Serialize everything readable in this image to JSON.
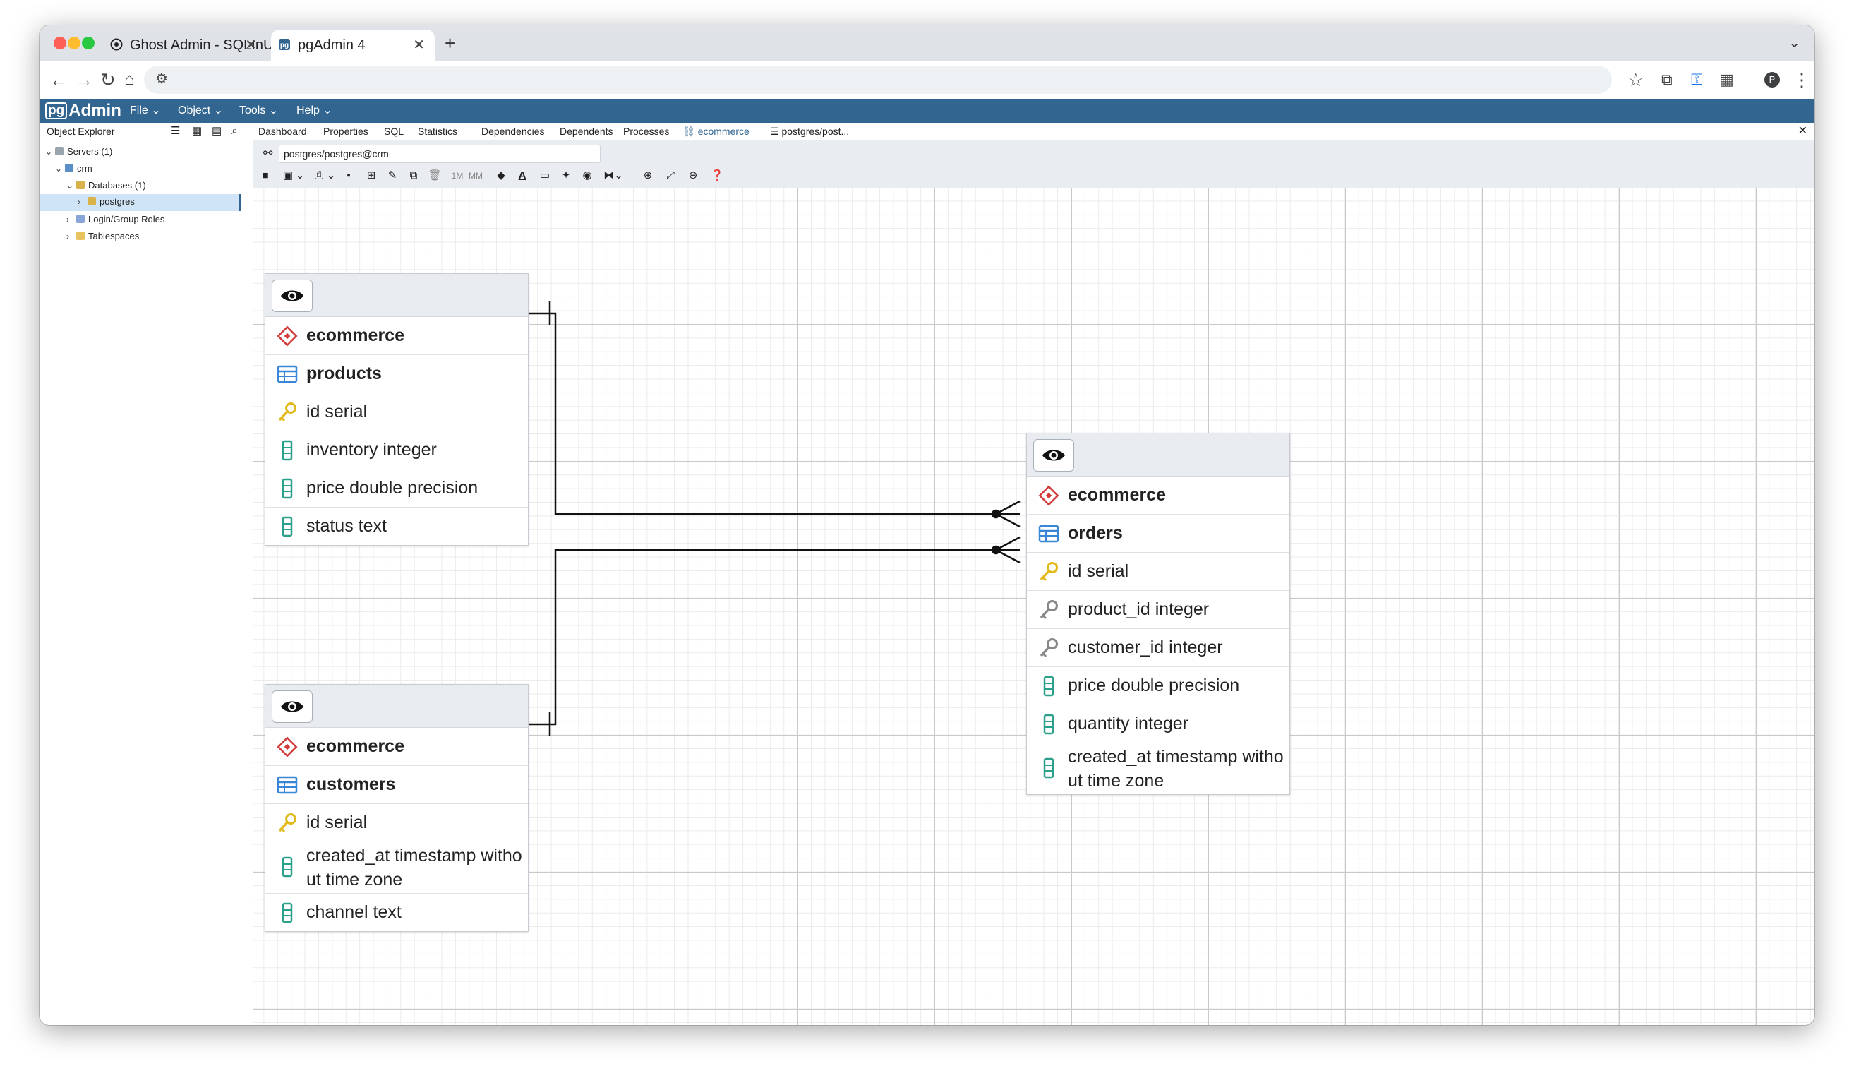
{
  "browser": {
    "tabs": [
      {
        "title": "Ghost Admin - SQLInUse",
        "active": false
      },
      {
        "title": "pgAdmin 4",
        "active": true
      }
    ],
    "new_tab": "+",
    "profile_initial": "P"
  },
  "app": {
    "logo_prefix": "pg",
    "logo_text": "Admin",
    "menu": [
      "File",
      "Object",
      "Tools",
      "Help"
    ]
  },
  "object_explorer": {
    "title": "Object Explorer",
    "tree": [
      {
        "label": "Servers (1)",
        "level": 0,
        "expanded": true
      },
      {
        "label": "crm",
        "level": 1,
        "expanded": true
      },
      {
        "label": "Databases (1)",
        "level": 2,
        "expanded": true
      },
      {
        "label": "postgres",
        "level": 3,
        "expanded": false,
        "selected": true
      },
      {
        "label": "Login/Group Roles",
        "level": 2,
        "expanded": false
      },
      {
        "label": "Tablespaces",
        "level": 2,
        "expanded": false
      }
    ]
  },
  "panel_tabs": [
    "Dashboard",
    "Properties",
    "SQL",
    "Statistics",
    "Dependencies",
    "Dependents",
    "Processes",
    "ecommerce",
    "postgres/post..."
  ],
  "active_panel_tab": "ecommerce",
  "erd": {
    "connection": "postgres/postgres@crm",
    "toolbar_text": [
      "1M",
      "MM"
    ],
    "tables": [
      {
        "schema": "ecommerce",
        "name": "products",
        "columns": [
          {
            "text": "id serial",
            "kind": "primary-key"
          },
          {
            "text": "inventory integer",
            "kind": "column"
          },
          {
            "text": "price double precision",
            "kind": "column"
          },
          {
            "text": "status text",
            "kind": "column"
          }
        ]
      },
      {
        "schema": "ecommerce",
        "name": "customers",
        "columns": [
          {
            "text": "id serial",
            "kind": "primary-key"
          },
          {
            "text": "created_at timestamp without time zone",
            "kind": "column"
          },
          {
            "text": "channel text",
            "kind": "column"
          }
        ]
      },
      {
        "schema": "ecommerce",
        "name": "orders",
        "columns": [
          {
            "text": "id serial",
            "kind": "primary-key"
          },
          {
            "text": "product_id integer",
            "kind": "foreign-key"
          },
          {
            "text": "customer_id integer",
            "kind": "foreign-key"
          },
          {
            "text": "price double precision",
            "kind": "column"
          },
          {
            "text": "quantity integer",
            "kind": "column"
          },
          {
            "text": "created_at timestamp without time zone",
            "kind": "column"
          }
        ]
      }
    ],
    "relations": [
      {
        "from": "products.id",
        "to": "orders.product_id",
        "type": "one-to-many"
      },
      {
        "from": "customers.id",
        "to": "orders.customer_id",
        "type": "one-to-many"
      }
    ]
  },
  "colors": {
    "menubar": "#326690",
    "accent": "#326690",
    "schema_icon": "#d23a3a",
    "table_icon": "#3a86d6",
    "key_icon": "#e2b91d",
    "fk_icon": "#888888",
    "column_icon": "#2aa08a"
  }
}
